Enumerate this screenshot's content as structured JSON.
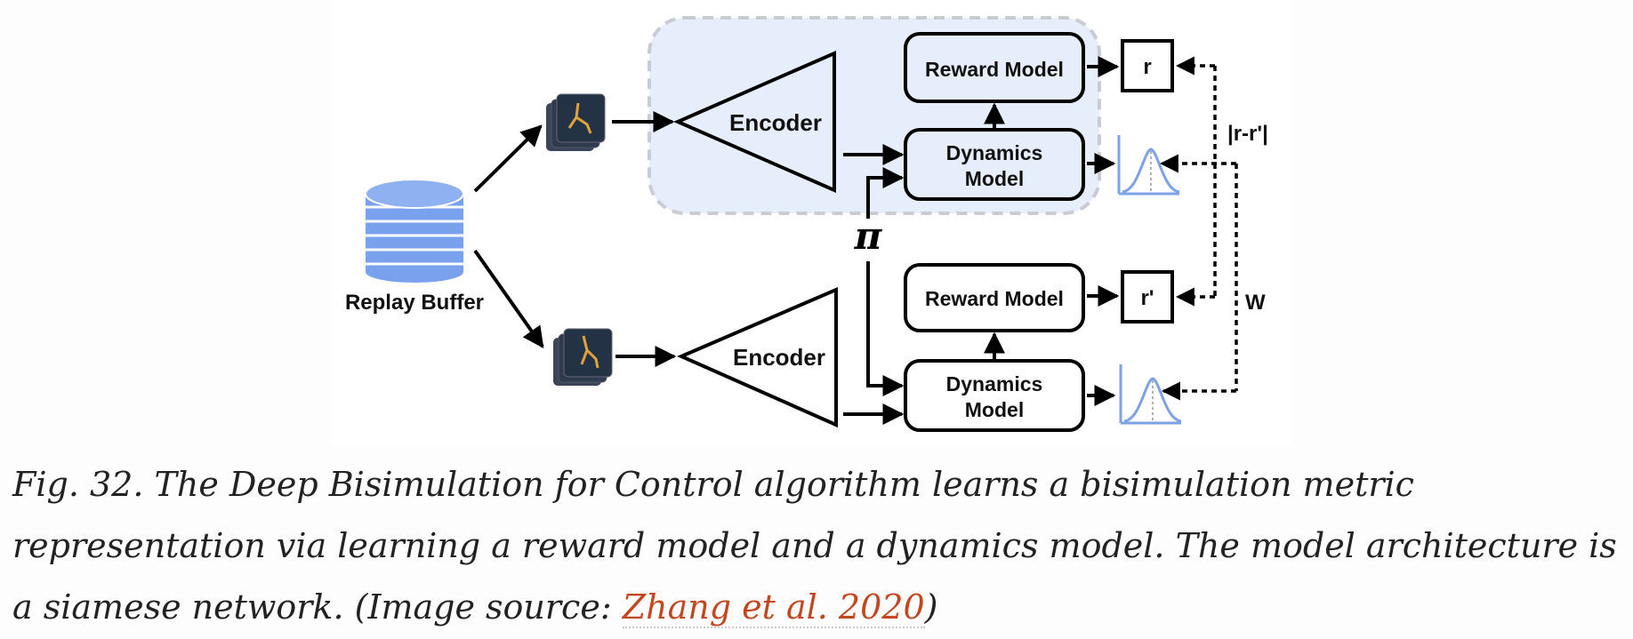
{
  "figure": {
    "replay_buffer": "Replay Buffer",
    "encoder_top": "Encoder",
    "encoder_bottom": "Encoder",
    "reward_model_top": "Reward Model",
    "reward_model_bottom": "Reward Model",
    "dynamics_top": [
      "Dynamics",
      "Model"
    ],
    "dynamics_bottom": [
      "Dynamics",
      "Model"
    ],
    "reward_top_out": "r",
    "reward_bottom_out": "r'",
    "reward_diff": "|r-r'|",
    "wasserstein": "W",
    "policy": "π",
    "colors": {
      "shared_region": "#e6eefb",
      "database": "#7aa1ee",
      "distribution": "#7ea2e6"
    }
  },
  "caption": {
    "text": "Fig. 32. The Deep Bisimulation for Control algorithm learns a bisimulation metric representation via learning a reward model and a dynamics model. The model architecture is a siamese network. (Image source: ",
    "link_text": "Zhang et al. 2020",
    "closing": ")"
  }
}
